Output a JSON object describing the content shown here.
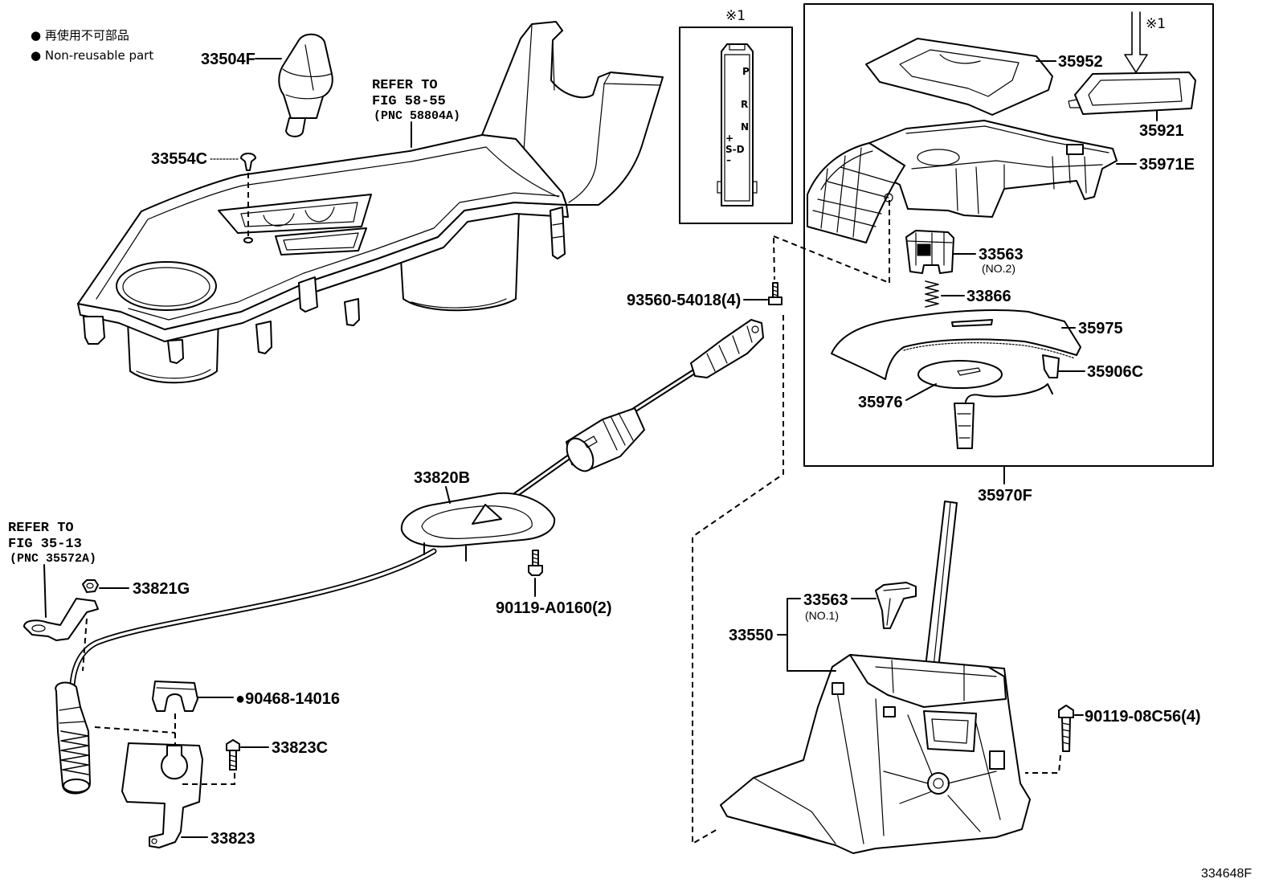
{
  "legend": {
    "jp": "● 再使用不可部品",
    "en": "● Non-reusable part"
  },
  "marks": {
    "box_note": "※1",
    "arrow_note": "※1"
  },
  "shift_indicator": {
    "p": "P",
    "r": "R",
    "n": "N",
    "plus": "+",
    "sd": "S-D",
    "minus": "–"
  },
  "console_area": {
    "knob": "33504F",
    "refer_to": "REFER TO",
    "fig": "FIG 58-55",
    "pnc": "(PNC 58804A)",
    "clip": "33554C"
  },
  "cable_area": {
    "screw_upper": "93560-54018(4)",
    "cable": "33820B",
    "screw_boot": "90119-A0160(2)",
    "refer_to": "REFER TO",
    "fig": "FIG 35-13",
    "pnc": "(PNC 35572A)",
    "nut": "33821G",
    "clip": "●90468-14016",
    "bolt": "33823C",
    "bracket": "33823"
  },
  "indicator_assembly": {
    "frame": "35952",
    "window": "35921",
    "housing": "35971E",
    "slider_no2": "33563",
    "slider_no2_note": "(NO.2)",
    "spring": "33866",
    "cover": "35975",
    "bracket": "35906C",
    "plate": "35976",
    "assembly": "35970F"
  },
  "shift_lever": {
    "slider_no1": "33563",
    "slider_no1_note": "(NO.1)",
    "base": "33550",
    "bolt": "90119-08C56(4)"
  },
  "figure_code": "334648F"
}
